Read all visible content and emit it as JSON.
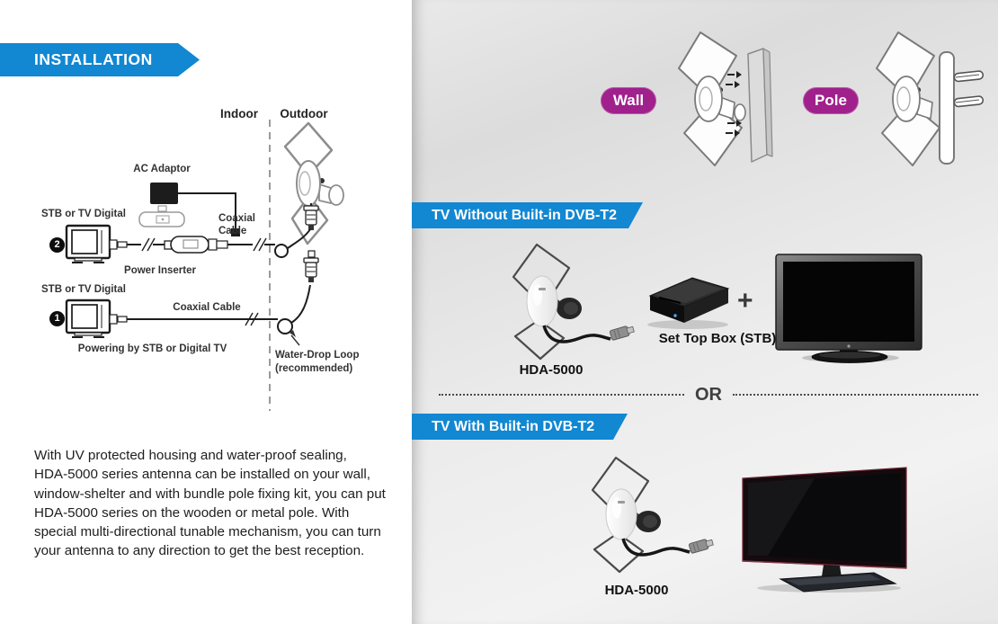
{
  "installation_banner": "INSTALLATION",
  "diagram": {
    "indoor_label": "Indoor",
    "outdoor_label": "Outdoor",
    "ac_adaptor_label": "AC Adaptor",
    "stb_row2_label": "STB or TV Digital",
    "stb_row1_label": "STB or TV Digital",
    "coaxial_line1": "Coaxial",
    "coaxial_line2": "Cable",
    "power_inserter_label": "Power Inserter",
    "coaxial_cable_label": "Coaxial Cable",
    "powering_label": "Powering by STB or Digital TV",
    "water_drop_line1": "Water-Drop Loop",
    "water_drop_line2": "(recommended)",
    "step1": "1",
    "step2": "2"
  },
  "description": {
    "lines": [
      "With UV protected housing and water-proof sealing,",
      "HDA-5000 series antenna can be installed on your wall,",
      "window-shelter and with bundle pole fixing kit, you can put",
      "HDA-5000 series on the wooden or metal pole. With",
      "special multi-directional tunable mechanism, you can turn",
      "your antenna to any direction to get the best reception."
    ]
  },
  "right": {
    "wall_badge": "Wall",
    "pole_badge": "Pole",
    "section_without": "TV Without Built-in DVB-T2",
    "section_with": "TV With Built-in DVB-T2",
    "antenna1_label": "HDA-5000",
    "antenna2_label": "HDA-5000",
    "stb_label": "Set Top Box (STB)",
    "plus_sign": "+",
    "or_label": "OR"
  },
  "colors": {
    "banner_blue": "#1287d2",
    "badge_magenta": "#a0208c"
  }
}
